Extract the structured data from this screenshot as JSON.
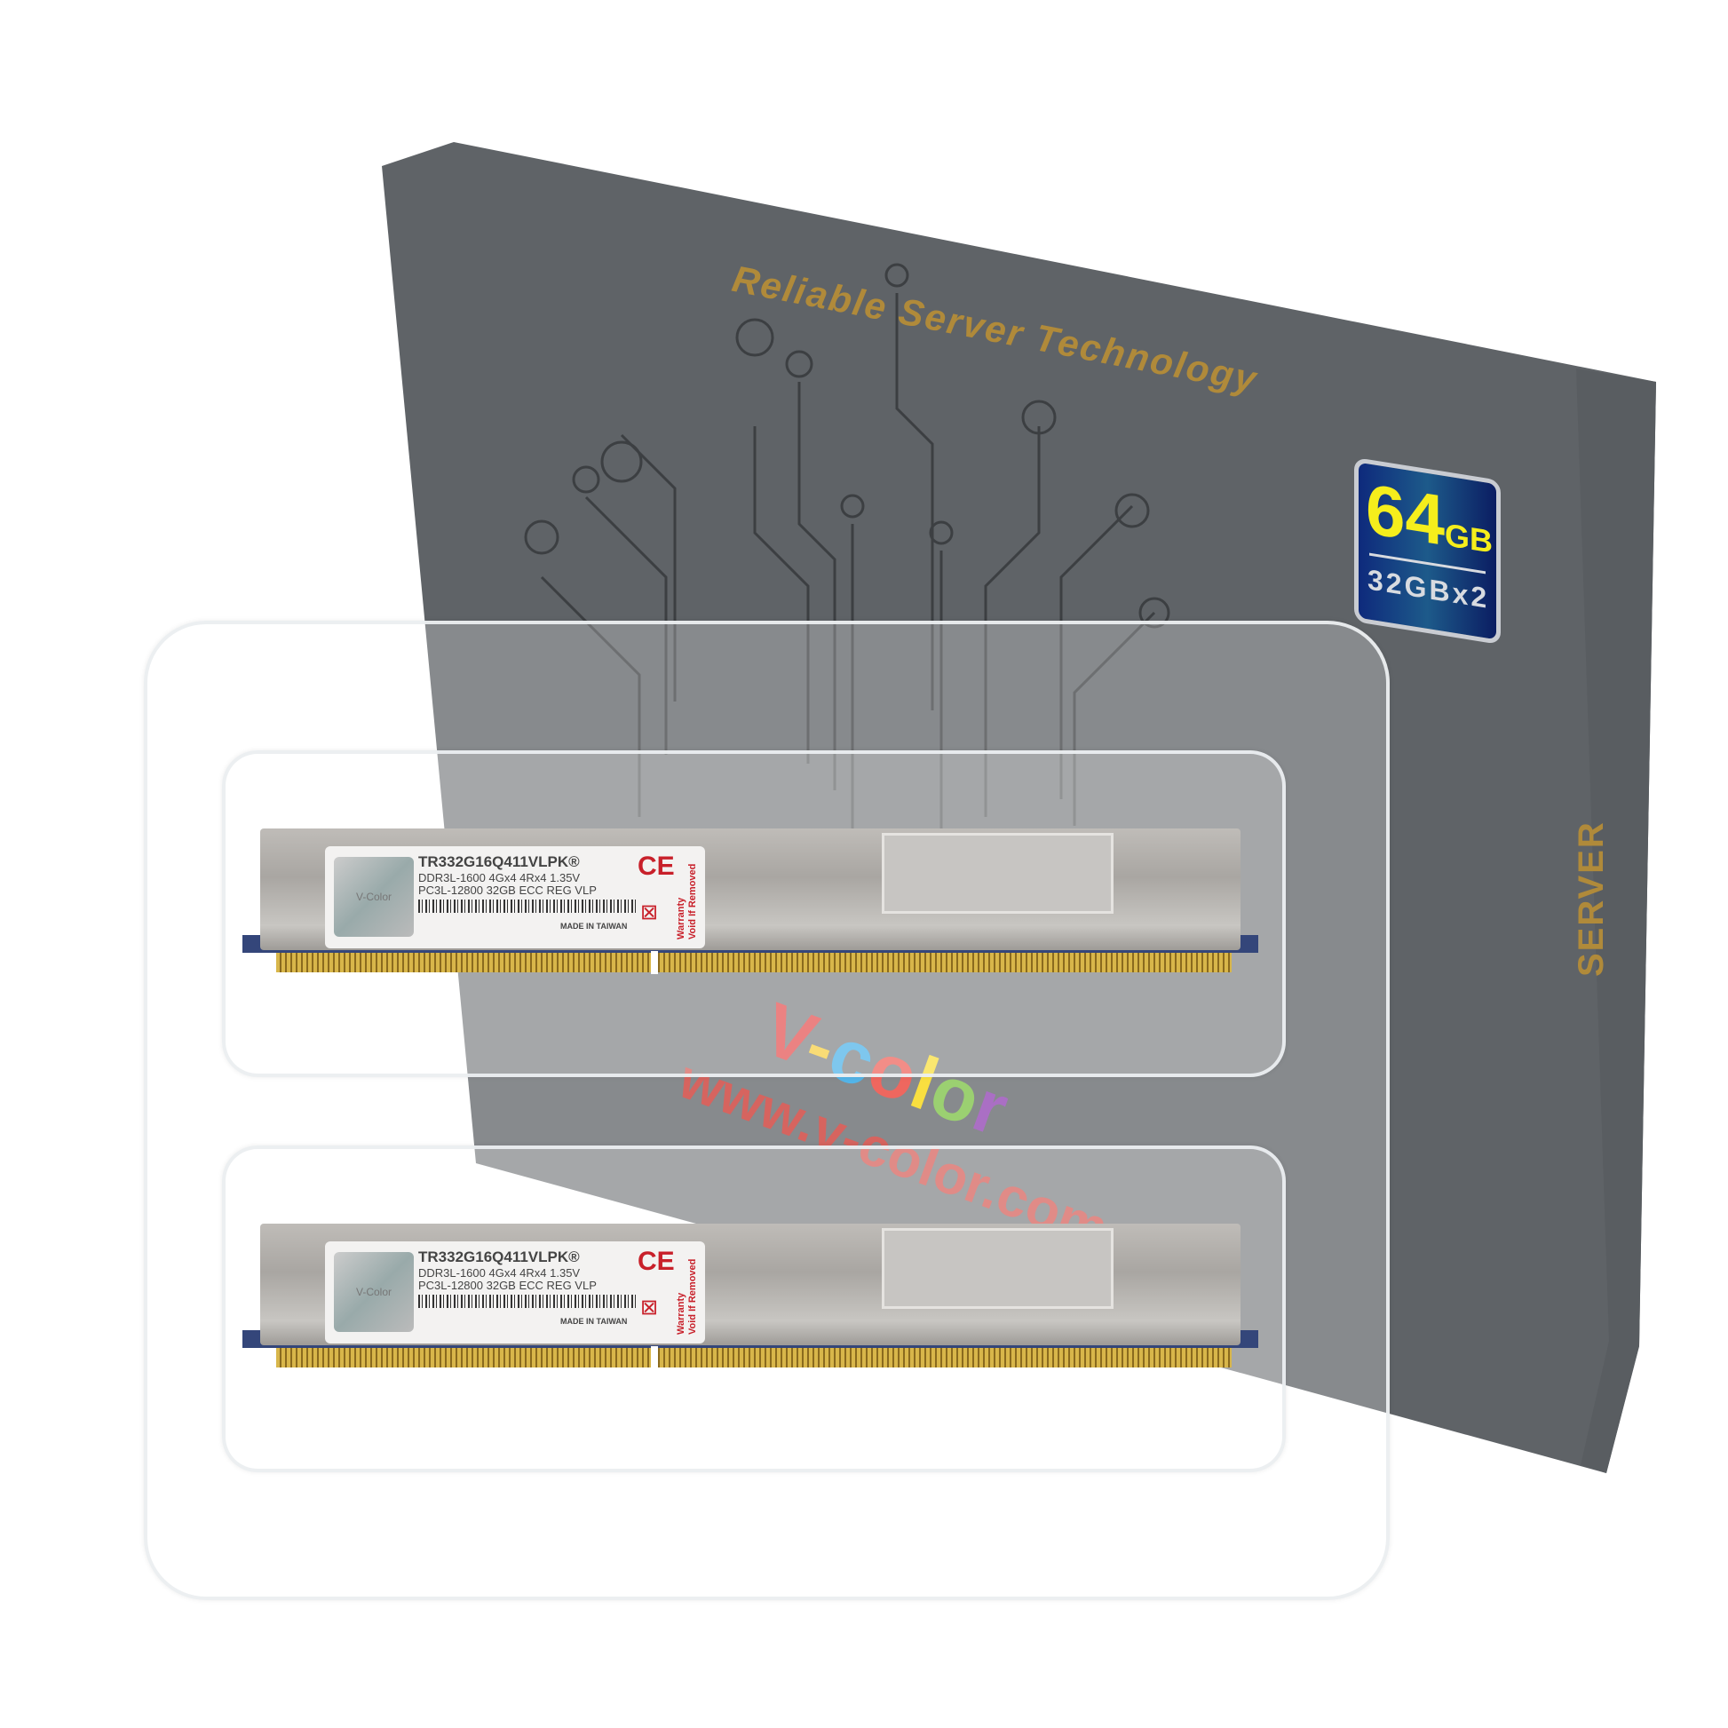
{
  "box": {
    "tagline": "Reliable Server Technology",
    "side_label": "SERVER",
    "brand": [
      "V",
      "-",
      "c",
      "o",
      "l",
      "o",
      "r"
    ],
    "url": "www.v-color.com"
  },
  "badge": {
    "capacity": "64",
    "unit": "GB",
    "config": "32GBx2"
  },
  "modules": [
    {
      "part_number": "TR332G16Q411VLPK®",
      "spec1": "DDR3L-1600 4Gx4 4Rx4 1.35V",
      "spec2": "PC3L-12800 32GB ECC REG VLP",
      "origin": "MADE IN TAIWAN",
      "ce": "CE",
      "warranty1": "Warranty",
      "warranty2": "Void If Removed",
      "holo": "V-Color"
    },
    {
      "part_number": "TR332G16Q411VLPK®",
      "spec1": "DDR3L-1600 4Gx4 4Rx4 1.35V",
      "spec2": "PC3L-12800 32GB ECC REG VLP",
      "origin": "MADE IN TAIWAN",
      "ce": "CE",
      "warranty1": "Warranty",
      "warranty2": "Void If Removed",
      "holo": "V-Color"
    }
  ],
  "colors": {
    "box": "#5f6367",
    "gold": "#b08a3a",
    "badge": "#0e2a7c"
  }
}
